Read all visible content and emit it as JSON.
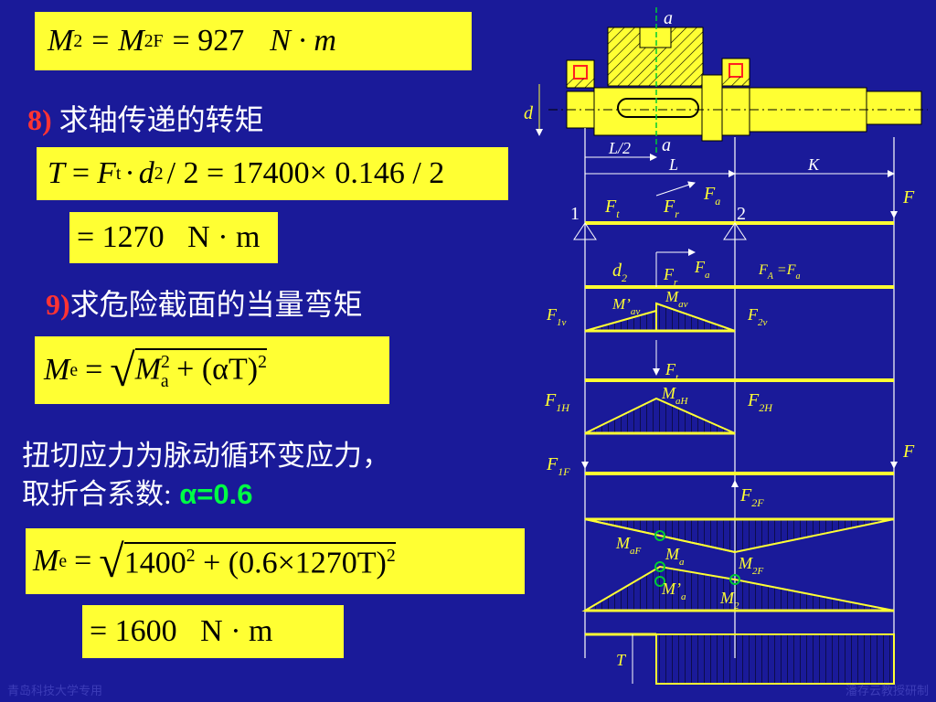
{
  "formulas": {
    "m2": {
      "lhs": "M",
      "lhs_sub": "2",
      "rhs1": "M",
      "rhs1_sub": "2F",
      "value": "= 927",
      "unit": "N · m"
    },
    "t_calc": {
      "lhs": "T",
      "f": "F",
      "f_sub": "t",
      "d": "d",
      "d_sub": "2",
      "rest": "/ 2 = 17400× 0.146 / 2"
    },
    "t_result": "= 1270   N · m",
    "me_formula": {
      "lhs": "M",
      "lhs_sub": "e",
      "body": "M",
      "body_sub": "a",
      "body_sup": "2",
      "plus": " + (αT)",
      "plus_sup": "2"
    },
    "me_calc": {
      "lhs": "M",
      "lhs_sub": "e",
      "body": "1400",
      "body_sup": "2",
      "plus": " + (0.6×1270T)",
      "plus_sup": "2"
    },
    "me_result": "= 1600   N · m"
  },
  "headings": {
    "h8_num": "8)",
    "h8_text": " 求轴传递的转矩",
    "h9_num": "9)",
    "h9_text": "求危险截面的当量弯矩",
    "note_line1": "扭切应力为脉动循环变应力，",
    "note_line2_prefix": "取折合系数:",
    "note_line2_value": " α=0.6"
  },
  "footer": {
    "left": "青岛科技大学专用",
    "right": "潘存云教授研制"
  },
  "diagram": {
    "labels": {
      "a_top": "a",
      "a_bottom": "a",
      "d": "d",
      "half_l": "L/2",
      "l": "L",
      "k": "K",
      "f_right": "F",
      "support1": "1",
      "support2": "2",
      "ft": "F",
      "ft_sub": "t",
      "fr": "F",
      "fr_sub": "r",
      "fa": "F",
      "fa_sub": "a",
      "d2": "d",
      "d2_sub": "2",
      "fr2": "F",
      "fr2_sub": "r",
      "fa2": "F",
      "fa2_sub": "a",
      "fa_eq": "F",
      "fa_eq_sub": "A",
      "fa_eq_rest": " =F",
      "fa_eq_rest_sub": "a",
      "mav_prime": "M’",
      "mav_prime_sub": "av",
      "mav": "M",
      "mav_sub": "av",
      "f1v": "F",
      "f1v_sub": "1v",
      "f2v": "F",
      "f2v_sub": "2v",
      "ft2": "F",
      "ft2_sub": "t",
      "mah": "M",
      "mah_sub": "aH",
      "f1h": "F",
      "f1h_sub": "1H",
      "f2h": "F",
      "f2h_sub": "2H",
      "f_right2": "F",
      "f1f": "F",
      "f1f_sub": "1F",
      "f2f": "F",
      "f2f_sub": "2F",
      "maf": "M",
      "maf_sub": "aF",
      "ma": "M",
      "ma_sub": "a",
      "m2f": "M",
      "m2f_sub": "2F",
      "ma_prime": "M’",
      "ma_prime_sub": "a",
      "m2": "M",
      "m2_sub": "2",
      "t": "T"
    },
    "colors": {
      "yellow": "#ffff33",
      "white": "#ffffff",
      "shaft_fill": "#ffff33",
      "red": "#ff2020",
      "green": "#00cc33",
      "hatch": "#000000"
    }
  }
}
